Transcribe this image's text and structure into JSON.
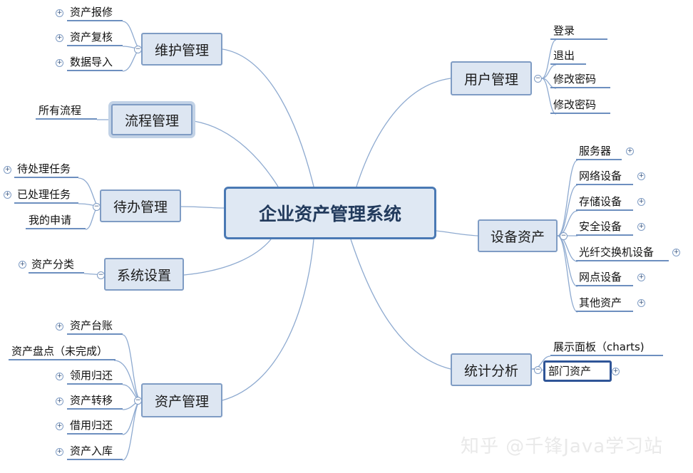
{
  "central": "企业资产管理系统",
  "branches": {
    "maintenance": {
      "label": "维护管理",
      "items": [
        "资产报修",
        "资产复核",
        "数据导入"
      ]
    },
    "workflow": {
      "label": "流程管理",
      "items": [
        "所有流程"
      ]
    },
    "todo": {
      "label": "待办管理",
      "items": [
        "待处理任务",
        "已处理任务",
        "我的申请"
      ]
    },
    "settings": {
      "label": "系统设置",
      "items": [
        "资产分类"
      ]
    },
    "assets": {
      "label": "资产管理",
      "items": [
        "资产台账",
        "资产盘点（未完成）",
        "领用归还",
        "资产转移",
        "借用归还",
        "资产入库"
      ]
    },
    "users": {
      "label": "用户管理",
      "items": [
        "登录",
        "退出",
        "修改密码",
        "修改密码"
      ]
    },
    "equipment": {
      "label": "设备资产",
      "items": [
        "服务器",
        "网络设备",
        "存储设备",
        "安全设备",
        "光纤交换机设备",
        "网点设备",
        "其他资产"
      ]
    },
    "stats": {
      "label": "统计分析",
      "items": [
        "展示面板（charts)",
        "部门资产"
      ]
    }
  },
  "watermark": "知乎 @千锋Java学习站",
  "colors": {
    "node_fill": "#dde6f2",
    "node_border": "#7f9cc4",
    "central_border": "#4a79b4",
    "connector": "#7f9cc4"
  }
}
